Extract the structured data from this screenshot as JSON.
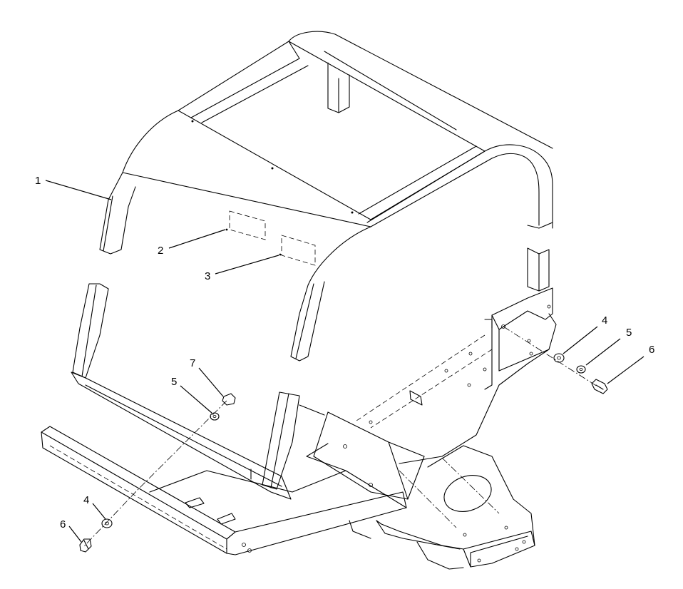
{
  "diagram": {
    "callouts": [
      {
        "id": "c1",
        "text": "1"
      },
      {
        "id": "c2",
        "text": "2"
      },
      {
        "id": "c3",
        "text": "3"
      },
      {
        "id": "c4a",
        "text": "4"
      },
      {
        "id": "c5a",
        "text": "5"
      },
      {
        "id": "c6a",
        "text": "6"
      },
      {
        "id": "c5b",
        "text": "5"
      },
      {
        "id": "c7",
        "text": "7"
      },
      {
        "id": "c4b",
        "text": "4"
      },
      {
        "id": "c6b",
        "text": "6"
      }
    ]
  }
}
